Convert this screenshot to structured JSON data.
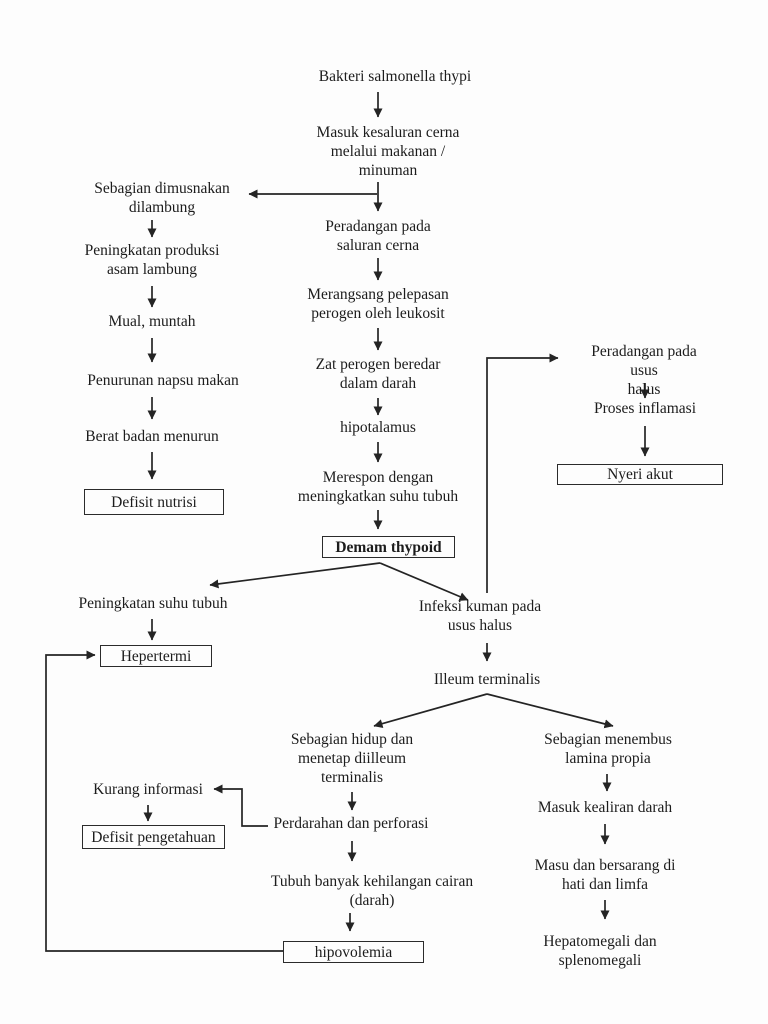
{
  "diagram": {
    "type": "flowchart",
    "language": "Indonesian",
    "topic_root": "Bakteri salmonella thypi",
    "colors": {
      "background": "#fdfdfd",
      "text": "#1c1c1c",
      "line": "#242424",
      "box_border": "#2b2b2b"
    }
  },
  "nodes": {
    "bakteri_salmonella": "Bakteri salmonella thypi",
    "masuk_saluran_cerna": "Masuk kesaluran cerna\nmelalui makanan /\nminuman",
    "sebagian_dimusnakan": "Sebagian dimusnakan\ndilambung",
    "peningkatan_produksi": "Peningkatan produksi\nasam lambung",
    "mual_muntah": "Mual, muntah",
    "penurunan_napsu": "Penurunan napsu makan",
    "berat_badan": "Berat badan menurun",
    "defisit_nutrisi": "Defisit nutrisi",
    "peradangan_saluran_cerna": "Peradangan pada\nsaluran cerna",
    "merangsang_pelepasan": "Merangsang pelepasan\nperogen oleh leukosit",
    "zat_perogen": "Zat perogen beredar\ndalam darah",
    "hipotalamus": "hipotalamus",
    "merespon": "Merespon dengan\nmeningkatkan suhu tubuh",
    "demam_thypoid": "Demam thypoid",
    "peradangan_usus_halus": "Peradangan pada usus\nhalus",
    "proses_inflamasi": "Proses inflamasi",
    "nyeri_akut": "Nyeri akut",
    "peningkatan_suhu_tubuh": "Peningkatan suhu tubuh",
    "hepertermi": "Hepertermi",
    "infeksi_kuman": "Infeksi kuman pada\nusus halus",
    "illeum_terminalis": "Illeum terminalis",
    "sebagian_hidup": "Sebagian hidup dan\nmenetap diilleum\nterminalis",
    "perdarahan_perforasi": "Perdarahan dan perforasi",
    "tubuh_kehilangan_cairan": "Tubuh banyak kehilangan cairan\n(darah)",
    "hipovolemia": "hipovolemia",
    "kurang_informasi": "Kurang informasi",
    "defisit_pengetahuan": "Defisit pengetahuan",
    "sebagian_menembus": "Sebagian menembus\nlamina propia",
    "masuk_kealiran_darah": "Masuk kealiran darah",
    "masu_bersarang": "Masu dan bersarang di\nhati dan limfa",
    "hepatomegali": "Hepatomegali dan\nsplenomegali"
  },
  "edges": [
    {
      "from": "bakteri_salmonella",
      "to": "masuk_saluran_cerna"
    },
    {
      "from": "masuk_saluran_cerna",
      "to": "peradangan_saluran_cerna"
    },
    {
      "from": "masuk_saluran_cerna",
      "to": "sebagian_dimusnakan"
    },
    {
      "from": "sebagian_dimusnakan",
      "to": "peningkatan_produksi"
    },
    {
      "from": "peningkatan_produksi",
      "to": "mual_muntah"
    },
    {
      "from": "mual_muntah",
      "to": "penurunan_napsu"
    },
    {
      "from": "penurunan_napsu",
      "to": "berat_badan"
    },
    {
      "from": "berat_badan",
      "to": "defisit_nutrisi"
    },
    {
      "from": "peradangan_saluran_cerna",
      "to": "merangsang_pelepasan"
    },
    {
      "from": "merangsang_pelepasan",
      "to": "zat_perogen"
    },
    {
      "from": "zat_perogen",
      "to": "hipotalamus"
    },
    {
      "from": "hipotalamus",
      "to": "merespon"
    },
    {
      "from": "merespon",
      "to": "demam_thypoid"
    },
    {
      "from": "demam_thypoid",
      "to": "peningkatan_suhu_tubuh"
    },
    {
      "from": "demam_thypoid",
      "to": "infeksi_kuman"
    },
    {
      "from": "peningkatan_suhu_tubuh",
      "to": "hepertermi"
    },
    {
      "from": "hipovolemia",
      "to": "hepertermi"
    },
    {
      "from": "infeksi_kuman",
      "to": "peradangan_usus_halus"
    },
    {
      "from": "peradangan_usus_halus",
      "to": "proses_inflamasi"
    },
    {
      "from": "proses_inflamasi",
      "to": "nyeri_akut"
    },
    {
      "from": "infeksi_kuman",
      "to": "illeum_terminalis"
    },
    {
      "from": "illeum_terminalis",
      "to": "sebagian_hidup"
    },
    {
      "from": "illeum_terminalis",
      "to": "sebagian_menembus"
    },
    {
      "from": "sebagian_hidup",
      "to": "perdarahan_perforasi"
    },
    {
      "from": "perdarahan_perforasi",
      "to": "kurang_informasi"
    },
    {
      "from": "kurang_informasi",
      "to": "defisit_pengetahuan"
    },
    {
      "from": "perdarahan_perforasi",
      "to": "tubuh_kehilangan_cairan"
    },
    {
      "from": "tubuh_kehilangan_cairan",
      "to": "hipovolemia"
    },
    {
      "from": "sebagian_menembus",
      "to": "masuk_kealiran_darah"
    },
    {
      "from": "masuk_kealiran_darah",
      "to": "masu_bersarang"
    },
    {
      "from": "masu_bersarang",
      "to": "hepatomegali"
    }
  ]
}
